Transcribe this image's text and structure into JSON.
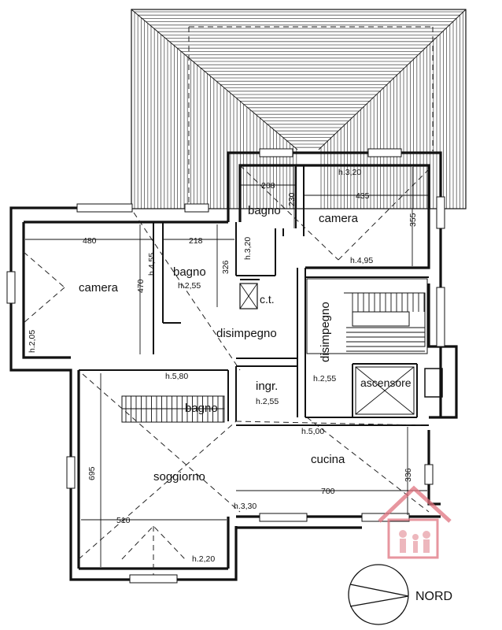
{
  "rooms": {
    "camera_left": "camera",
    "bagno_left": "bagno",
    "bagno_top": "bagno",
    "camera_right": "camera",
    "ct": "c.t.",
    "disimpegno_center": "disimpegno",
    "disimpegno_vertical": "disimpegno",
    "ingr": "ingr.",
    "ascensore": "ascensore",
    "soggiorno": "soggiorno",
    "cucina": "cucina",
    "bagno_stairs": "bagno"
  },
  "dimensions": {
    "d480": "480",
    "d218": "218",
    "d470": "470",
    "d326": "326",
    "d208": "208",
    "d230": "230",
    "d435": "435",
    "d355": "355",
    "d695": "695",
    "d510": "510",
    "d700": "700",
    "d336": "336"
  },
  "heights": {
    "h455": "h.4,55",
    "h255_bagno": "h.2,55",
    "h205": "h.2,05",
    "h320_bagno": "h.3,20",
    "h320_camera": "h.3,20",
    "h495": "h.4,95",
    "h580": "h.5,80",
    "h255_ingr": "h.2,55",
    "h255_disimp": "h.2,55",
    "h500": "h.5,00",
    "h330": "h.3,30",
    "h220": "h.2,20"
  },
  "compass": {
    "label": "NORD"
  },
  "colors": {
    "wall": "#111111",
    "logo": "#e0737f"
  }
}
